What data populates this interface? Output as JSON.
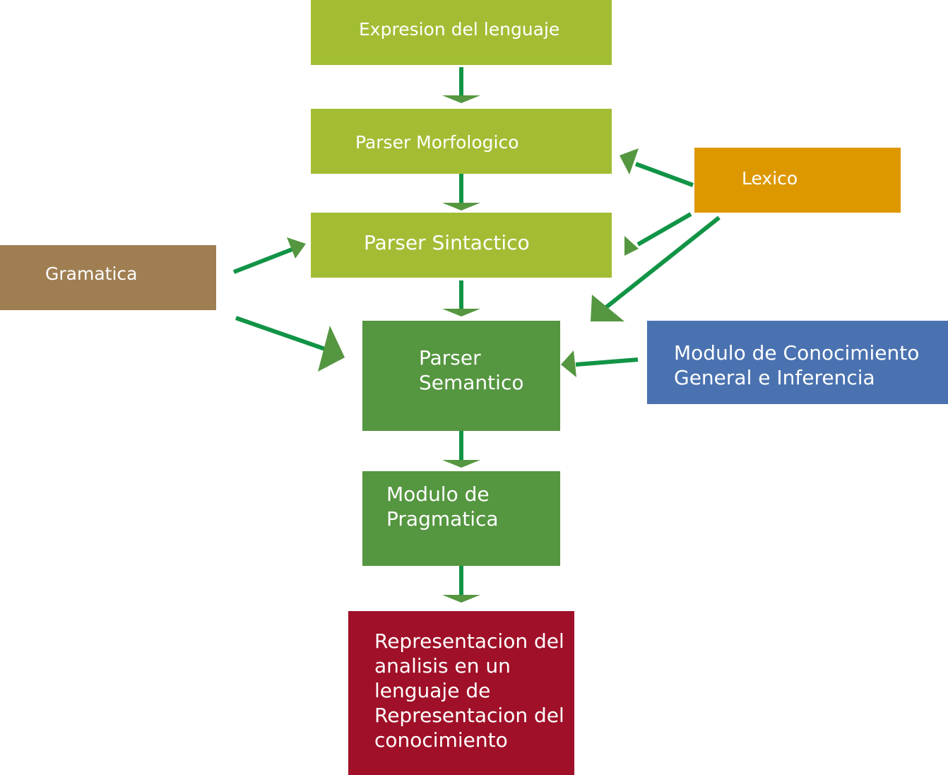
{
  "nodes": {
    "expresion": "Expresion del lenguaje",
    "morfologico": "Parser Morfologico",
    "sintactico": "Parser Sintactico",
    "semantico": "Parser\nSemantico",
    "pragmatica": "Modulo de\nPragmatica",
    "representacion": "Representacion del\nanalisis en un\nlenguaje de\nRepresentacion del\nconocimiento",
    "lexico": "Lexico",
    "gramatica": "Gramatica",
    "conocimiento": "Modulo de Conocimiento\nGeneral e Inferencia"
  },
  "colors": {
    "light_green": "#a2bd34",
    "dark_green": "#559640",
    "lexico_orange": "#dd9800",
    "gramatica_brown": "#9f7e51",
    "conocimiento_blue": "#4a72b0",
    "representacion_red": "#a01028",
    "arrow_green": "#119446",
    "arrow_head_green": "#559640"
  }
}
